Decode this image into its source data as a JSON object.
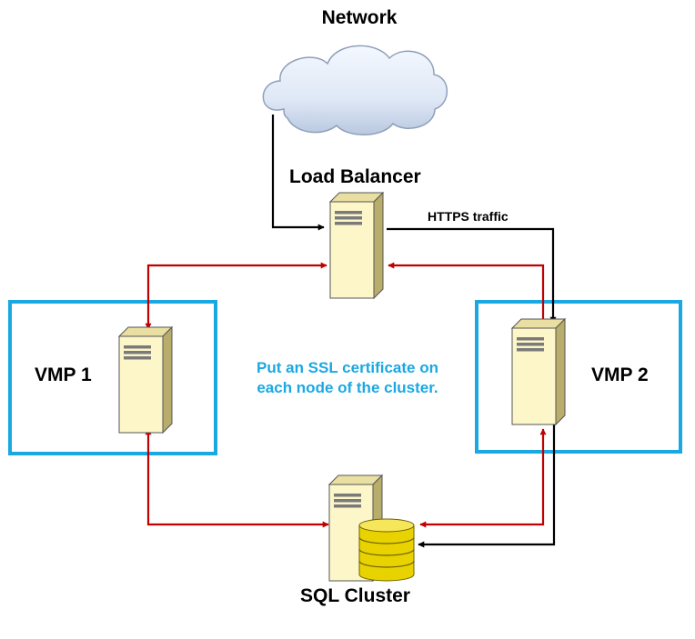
{
  "labels": {
    "network": "Network",
    "load_balancer": "Load Balancer",
    "https_traffic": "HTTPS traffic",
    "vmp1": "VMP 1",
    "vmp2": "VMP 2",
    "sql_cluster": "SQL Cluster",
    "note": "Put an SSL certificate on each node of the cluster."
  },
  "colors": {
    "cluster_border": "#1aa8e2",
    "red_connector": "#c00000",
    "black_connector": "#000000",
    "server_fill": "#fdf6c8",
    "database_fill": "#e8d200",
    "note_text": "#1aa8e2"
  },
  "icons": [
    "cloud-icon",
    "server-icon",
    "database-icon"
  ]
}
